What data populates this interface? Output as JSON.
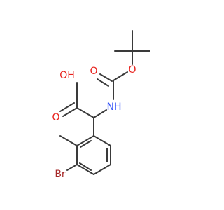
{
  "molecule": {
    "atoms": {
      "oh": {
        "text": "OH",
        "color": "#e8201b"
      },
      "o_acid": {
        "text": "O",
        "color": "#e8201b"
      },
      "nh": {
        "text": "NH",
        "color": "#3050f8"
      },
      "o_carbonyl": {
        "text": "O",
        "color": "#e8201b"
      },
      "o_ester": {
        "text": "O",
        "color": "#e8201b"
      },
      "br": {
        "text": "Br",
        "color": "#a62929"
      }
    },
    "bond_color": "#3a3a3a"
  }
}
